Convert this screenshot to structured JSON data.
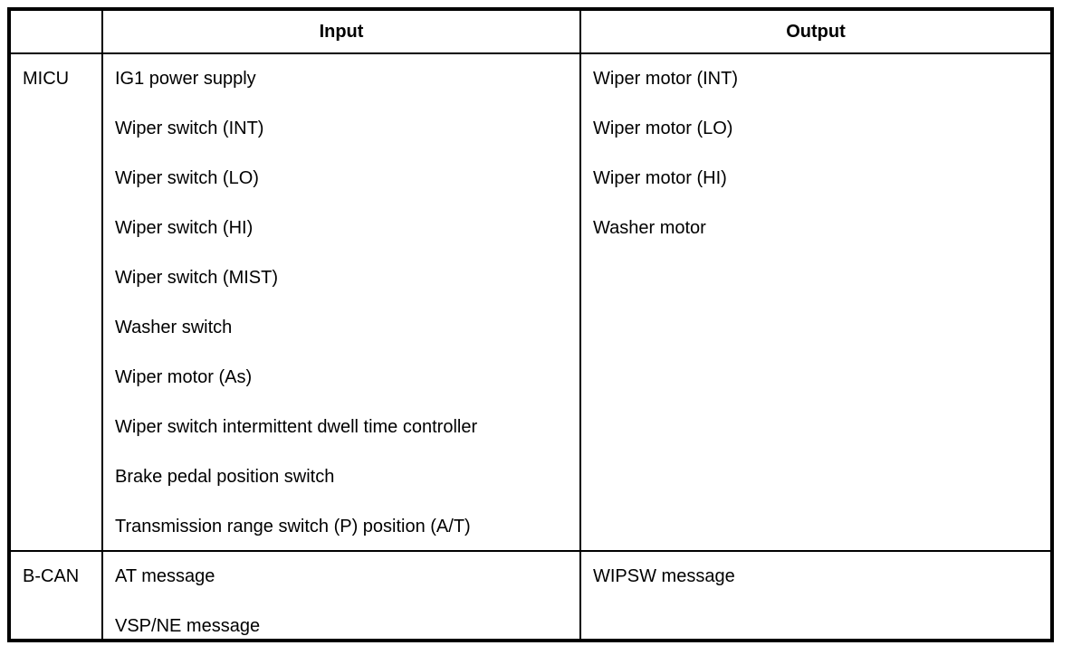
{
  "table": {
    "header": {
      "corner": "",
      "input": "Input",
      "output": "Output"
    },
    "rows": [
      {
        "label": "MICU",
        "inputs": [
          "IG1 power supply",
          "Wiper switch (INT)",
          "Wiper switch (LO)",
          "Wiper switch (HI)",
          "Wiper switch (MIST)",
          "Washer switch",
          "Wiper motor (As)",
          "Wiper switch intermittent dwell time controller",
          "Brake pedal position switch",
          "Transmission range switch (P) position (A/T)"
        ],
        "outputs": [
          "Wiper motor (INT)",
          "Wiper motor (LO)",
          "Wiper motor (HI)",
          "Washer motor"
        ]
      },
      {
        "label": "B-CAN",
        "inputs": [
          "AT message",
          "VSP/NE message"
        ],
        "outputs": [
          "WIPSW message"
        ]
      }
    ]
  },
  "colors": {
    "border": "#000000",
    "text": "#000000",
    "background": "#ffffff"
  }
}
